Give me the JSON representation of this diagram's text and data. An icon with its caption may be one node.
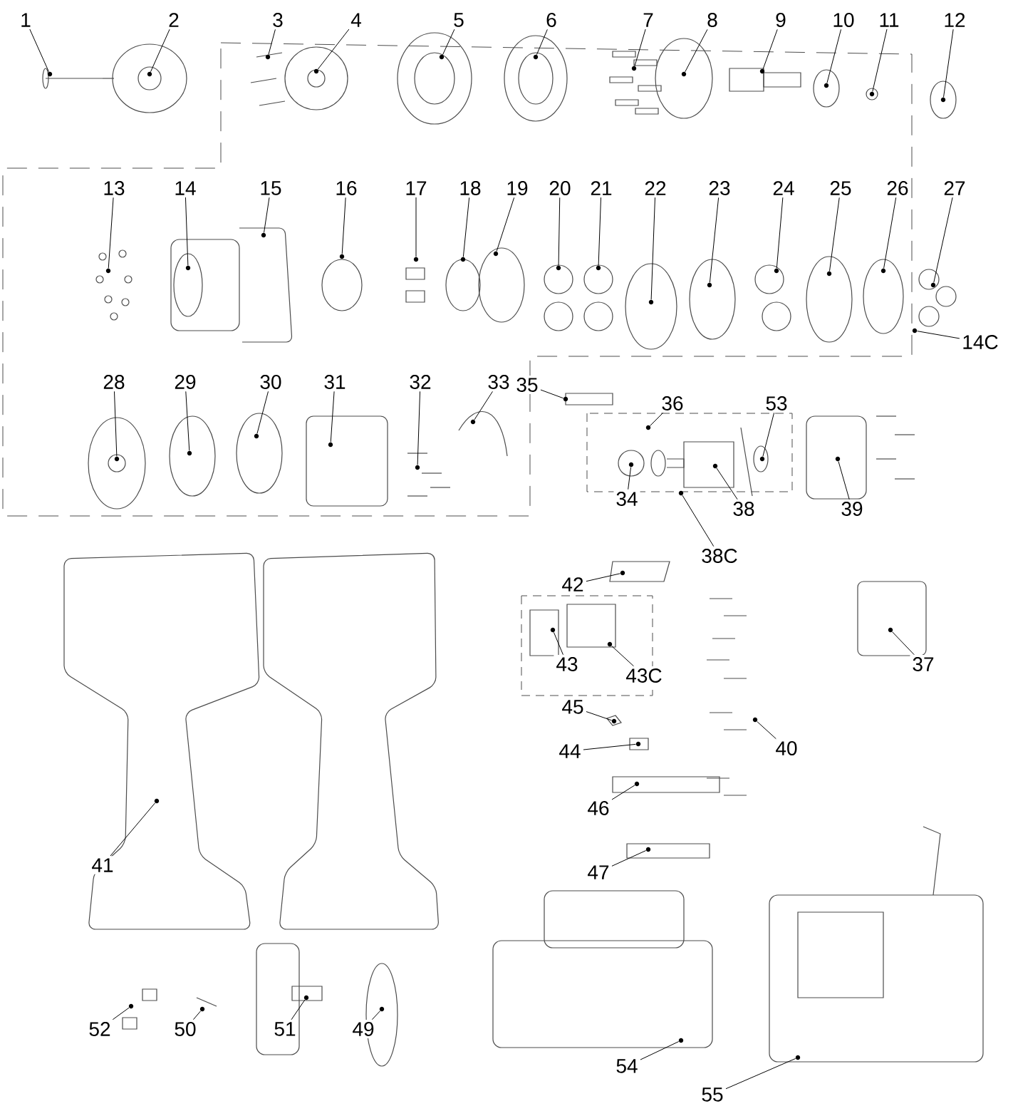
{
  "diagram": {
    "nodes": [
      {
        "text": [
          "1"
        ]
      },
      {
        "text": [
          "2"
        ]
      },
      {
        "text": [
          "3"
        ]
      },
      {
        "text": [
          "4"
        ]
      },
      {
        "text": [
          "5"
        ]
      },
      {
        "text": [
          "6"
        ]
      },
      {
        "text": [
          "7"
        ]
      },
      {
        "text": [
          "8"
        ]
      },
      {
        "text": [
          "9"
        ]
      },
      {
        "text": [
          "10"
        ]
      },
      {
        "text": [
          "11"
        ]
      },
      {
        "text": [
          "12"
        ]
      },
      {
        "text": [
          "13"
        ]
      },
      {
        "text": [
          "14"
        ]
      },
      {
        "text": [
          "15"
        ]
      },
      {
        "text": [
          "16"
        ]
      },
      {
        "text": [
          "17"
        ]
      },
      {
        "text": [
          "18"
        ]
      },
      {
        "text": [
          "19"
        ]
      },
      {
        "text": [
          "20"
        ]
      },
      {
        "text": [
          "21"
        ]
      },
      {
        "text": [
          "22"
        ]
      },
      {
        "text": [
          "23"
        ]
      },
      {
        "text": [
          "24"
        ]
      },
      {
        "text": [
          "25"
        ]
      },
      {
        "text": [
          "26"
        ]
      },
      {
        "text": [
          "27"
        ]
      },
      {
        "text": [
          "14C"
        ]
      },
      {
        "text": [
          "28"
        ]
      },
      {
        "text": [
          "29"
        ]
      },
      {
        "text": [
          "30"
        ]
      },
      {
        "text": [
          "31"
        ]
      },
      {
        "text": [
          "32"
        ]
      },
      {
        "text": [
          "33"
        ]
      },
      {
        "text": [
          "35"
        ]
      },
      {
        "text": [
          "36"
        ]
      },
      {
        "text": [
          "53"
        ]
      },
      {
        "text": [
          "34"
        ]
      },
      {
        "text": [
          "38"
        ]
      },
      {
        "text": [
          "39"
        ]
      },
      {
        "text": [
          "38C"
        ]
      },
      {
        "text": [
          "42"
        ]
      },
      {
        "text": [
          "43"
        ]
      },
      {
        "text": [
          "43C"
        ]
      },
      {
        "text": [
          "37"
        ]
      },
      {
        "text": [
          "45"
        ]
      },
      {
        "text": [
          "44"
        ]
      },
      {
        "text": [
          "40"
        ]
      },
      {
        "text": [
          "46"
        ]
      },
      {
        "text": [
          "41"
        ]
      },
      {
        "text": [
          "47"
        ]
      },
      {
        "text": [
          "52"
        ]
      },
      {
        "text": [
          "50"
        ]
      },
      {
        "text": [
          "51"
        ]
      },
      {
        "text": [
          "49"
        ]
      },
      {
        "text": [
          "54"
        ]
      },
      {
        "text": [
          "55"
        ]
      },
      {
        "text": [],
        "shape": "circle"
      },
      {
        "text": [],
        "shape": "circle"
      },
      {
        "text": [],
        "shape": "circle"
      },
      {
        "text": [],
        "shape": "circle"
      },
      {
        "text": [],
        "shape": "circle"
      },
      {
        "text": [],
        "shape": "circle"
      },
      {
        "text": [],
        "shape": "circle"
      },
      {
        "text": [],
        "shape": "circle"
      },
      {
        "text": [],
        "shape": "circle"
      },
      {
        "text": [],
        "shape": "circle"
      },
      {
        "text": [],
        "shape": "circle"
      },
      {
        "text": [],
        "shape": "circle"
      },
      {
        "text": [],
        "shape": "circle"
      },
      {
        "text": [],
        "shape": "circle"
      },
      {
        "text": [],
        "shape": "circle"
      },
      {
        "text": [],
        "shape": "circle"
      },
      {
        "text": [],
        "shape": "circle"
      },
      {
        "text": [],
        "shape": "circle"
      },
      {
        "text": [],
        "shape": "circle"
      },
      {
        "text": [],
        "shape": "circle"
      },
      {
        "text": [],
        "shape": "circle"
      },
      {
        "text": [],
        "shape": "circle"
      },
      {
        "text": [],
        "shape": "circle"
      },
      {
        "text": [],
        "shape": "circle"
      },
      {
        "text": [],
        "shape": "circle"
      },
      {
        "text": [],
        "shape": "circle"
      },
      {
        "text": [],
        "shape": "circle"
      },
      {
        "text": [],
        "shape": "circle"
      },
      {
        "text": [],
        "shape": "circle"
      },
      {
        "text": [],
        "shape": "circle"
      },
      {
        "text": [],
        "shape": "circle"
      },
      {
        "text": [],
        "shape": "circle"
      },
      {
        "text": [],
        "shape": "circle"
      },
      {
        "text": [],
        "shape": "circle"
      },
      {
        "text": [],
        "shape": "circle"
      },
      {
        "text": [],
        "shape": "circle"
      },
      {
        "text": [],
        "shape": "circle"
      },
      {
        "text": [],
        "shape": "circle"
      },
      {
        "text": [],
        "shape": "circle"
      },
      {
        "text": [],
        "shape": "circle"
      },
      {
        "text": [],
        "shape": "circle"
      },
      {
        "text": [],
        "shape": "circle"
      },
      {
        "text": [],
        "shape": "circle"
      },
      {
        "text": [],
        "shape": "circle"
      },
      {
        "text": [],
        "shape": "circle"
      },
      {
        "text": [],
        "shape": "circle"
      },
      {
        "text": [],
        "shape": "circle"
      },
      {
        "text": [],
        "shape": "circle"
      },
      {
        "text": [],
        "shape": "circle"
      },
      {
        "text": [],
        "shape": "circle"
      },
      {
        "text": [],
        "shape": "circle"
      },
      {
        "text": [],
        "shape": "circle"
      },
      {
        "text": [],
        "shape": "circle"
      },
      {
        "text": [],
        "shape": "circle"
      },
      {
        "text": [],
        "shape": "circle"
      },
      {
        "text": [],
        "shape": "circle"
      },
      {
        "text": [],
        "shape": "circle"
      }
    ],
    "edges": [
      {
        "from": 0,
        "to": 57,
        "arrow": "none"
      },
      {
        "from": 1,
        "to": 58,
        "arrow": "none"
      },
      {
        "from": 2,
        "to": 59,
        "arrow": "none"
      },
      {
        "from": 3,
        "to": 60,
        "arrow": "none"
      },
      {
        "from": 4,
        "to": 61,
        "arrow": "none"
      },
      {
        "from": 5,
        "to": 62,
        "arrow": "none"
      },
      {
        "from": 6,
        "to": 63,
        "arrow": "none"
      },
      {
        "from": 7,
        "to": 64,
        "arrow": "none"
      },
      {
        "from": 8,
        "to": 65,
        "arrow": "none"
      },
      {
        "from": 9,
        "to": 66,
        "arrow": "none"
      },
      {
        "from": 10,
        "to": 67,
        "arrow": "none"
      },
      {
        "from": 11,
        "to": 68,
        "arrow": "none"
      },
      {
        "from": 12,
        "to": 69,
        "arrow": "none"
      },
      {
        "from": 13,
        "to": 70,
        "arrow": "none"
      },
      {
        "from": 14,
        "to": 71,
        "arrow": "none"
      },
      {
        "from": 15,
        "to": 72,
        "arrow": "none"
      },
      {
        "from": 16,
        "to": 73,
        "arrow": "none"
      },
      {
        "from": 17,
        "to": 74,
        "arrow": "none"
      },
      {
        "from": 18,
        "to": 75,
        "arrow": "none"
      },
      {
        "from": 19,
        "to": 76,
        "arrow": "none"
      },
      {
        "from": 20,
        "to": 77,
        "arrow": "none"
      },
      {
        "from": 21,
        "to": 78,
        "arrow": "none"
      },
      {
        "from": 22,
        "to": 79,
        "arrow": "none"
      },
      {
        "from": 23,
        "to": 80,
        "arrow": "none"
      },
      {
        "from": 24,
        "to": 81,
        "arrow": "none"
      },
      {
        "from": 25,
        "to": 82,
        "arrow": "none"
      },
      {
        "from": 26,
        "to": 83,
        "arrow": "none"
      },
      {
        "from": 27,
        "to": 84,
        "arrow": "none"
      },
      {
        "from": 28,
        "to": 85,
        "arrow": "none"
      },
      {
        "from": 29,
        "to": 86,
        "arrow": "none"
      },
      {
        "from": 30,
        "to": 87,
        "arrow": "none"
      },
      {
        "from": 31,
        "to": 88,
        "arrow": "none"
      },
      {
        "from": 32,
        "to": 89,
        "arrow": "none"
      },
      {
        "from": 33,
        "to": 90,
        "arrow": "none"
      },
      {
        "from": 34,
        "to": 91,
        "arrow": "none"
      },
      {
        "from": 35,
        "to": 92,
        "arrow": "none"
      },
      {
        "from": 36,
        "to": 93,
        "arrow": "none"
      },
      {
        "from": 37,
        "to": 94,
        "arrow": "none"
      },
      {
        "from": 38,
        "to": 95,
        "arrow": "none"
      },
      {
        "from": 39,
        "to": 96,
        "arrow": "none"
      },
      {
        "from": 40,
        "to": 97,
        "arrow": "none"
      },
      {
        "from": 41,
        "to": 98,
        "arrow": "none"
      },
      {
        "from": 42,
        "to": 99,
        "arrow": "none"
      },
      {
        "from": 43,
        "to": 100,
        "arrow": "none"
      },
      {
        "from": 44,
        "to": 101,
        "arrow": "none"
      },
      {
        "from": 45,
        "to": 102,
        "arrow": "none"
      },
      {
        "from": 46,
        "to": 103,
        "arrow": "none"
      },
      {
        "from": 47,
        "to": 104,
        "arrow": "none"
      },
      {
        "from": 48,
        "to": 105,
        "arrow": "none"
      },
      {
        "from": 49,
        "to": 106,
        "arrow": "none"
      },
      {
        "from": 50,
        "to": 107,
        "arrow": "none"
      },
      {
        "from": 51,
        "to": 108,
        "arrow": "none"
      },
      {
        "from": 52,
        "to": 109,
        "arrow": "none"
      },
      {
        "from": 53,
        "to": 110,
        "arrow": "none"
      },
      {
        "from": 54,
        "to": 111,
        "arrow": "none"
      },
      {
        "from": 55,
        "to": 112,
        "arrow": "none"
      },
      {
        "from": 56,
        "to": 113,
        "arrow": "none"
      }
    ]
  }
}
